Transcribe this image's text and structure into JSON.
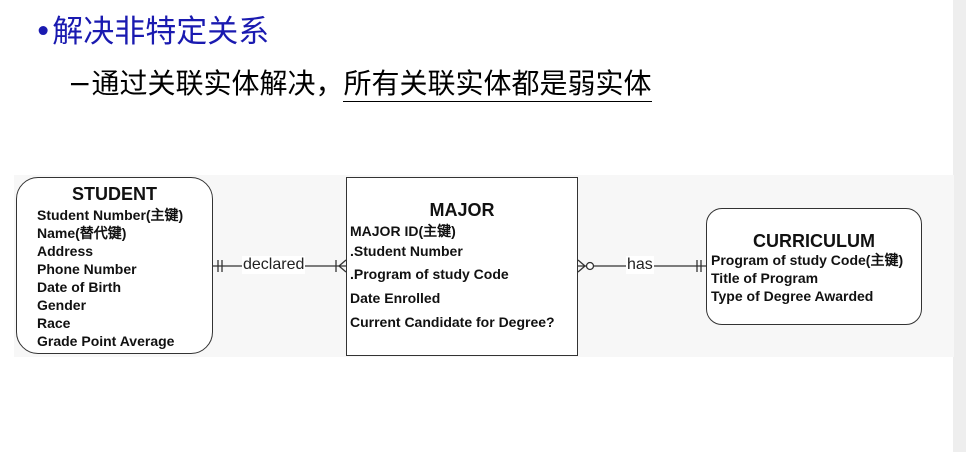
{
  "slide": {
    "heading": "•解决非特定关系",
    "sub_heading_prefix": "−",
    "sub_heading_plain": "通过关联实体解决，",
    "sub_heading_underlined": "所有关联实体都是弱实体"
  },
  "entities": {
    "student": {
      "title": "STUDENT",
      "attributes": [
        "Student Number(主键)",
        "Name(替代键)",
        "Address",
        "Phone Number",
        "Date of Birth",
        "Gender",
        "Race",
        "Grade Point Average"
      ]
    },
    "major": {
      "title": "MAJOR",
      "attributes": [
        "MAJOR ID(主键)",
        ".Student Number",
        ".Program of study Code",
        "Date Enrolled",
        "Current Candidate for Degree?"
      ]
    },
    "curriculum": {
      "title": "CURRICULUM",
      "attributes": [
        "Program of study Code(主键)",
        "Title of Program",
        "Type of Degree Awarded"
      ]
    }
  },
  "relationships": {
    "declared": {
      "label": "declared"
    },
    "has": {
      "label": "has"
    }
  },
  "colors": {
    "heading": "#1a1ab0",
    "text": "#000000",
    "line": "#333333"
  }
}
